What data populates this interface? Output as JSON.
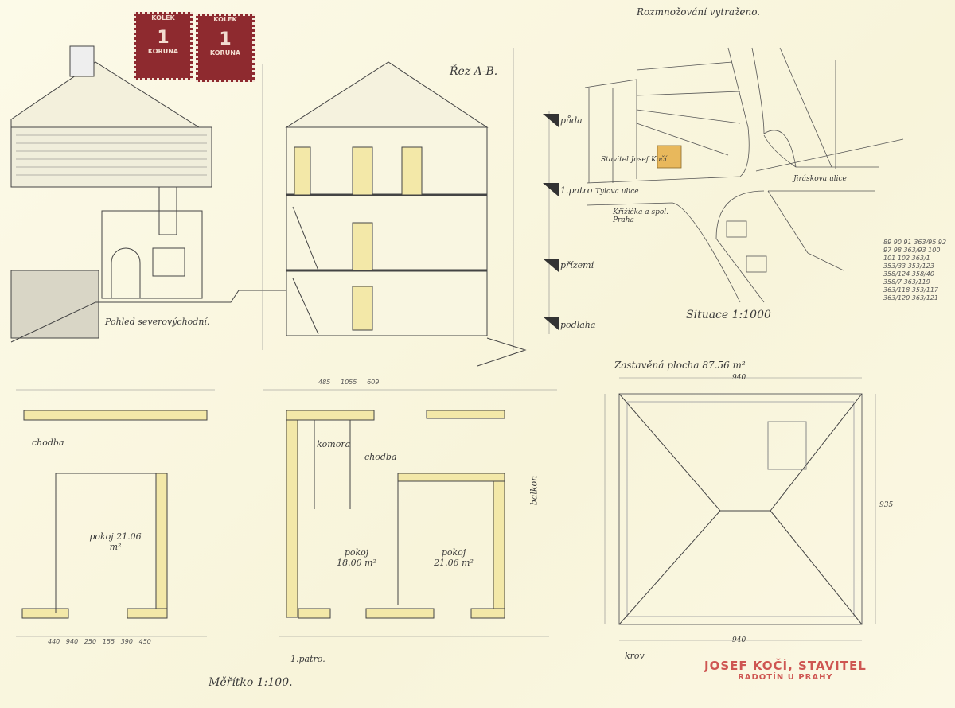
{
  "header": {
    "note": "Rozmnožování vytraženo."
  },
  "stamps": [
    {
      "top": "KOLEK",
      "value": "1",
      "bottom": "KORUNA"
    },
    {
      "top": "KOLEK",
      "value": "1",
      "bottom": "KORUNA"
    }
  ],
  "section": {
    "title": "Řez A-B.",
    "levels": [
      "půda",
      "1.patro",
      "přízemí",
      "podlaha"
    ]
  },
  "elevation": {
    "title": "Pohled severovýchodní."
  },
  "site": {
    "title": "Situace 1:1000",
    "owner": "Stavitel Josef Kočí",
    "streets": [
      "Tylova ulice",
      "Jiráskova ulice"
    ],
    "neighbor": "Křižíčka a spol. Praha",
    "parcels": [
      "89",
      "90",
      "91",
      "363/95",
      "92",
      "97",
      "98",
      "363/93",
      "100",
      "101",
      "102",
      "363/1",
      "353/33",
      "353/123",
      "358/124",
      "358/40",
      "358/7",
      "363/119",
      "363/118",
      "353/117",
      "363/120",
      "363/121"
    ]
  },
  "roof_plan": {
    "title": "Zastavěná plocha 87.56 m²",
    "dim": "940",
    "dim_side": "935",
    "label": "krov"
  },
  "plans": {
    "scale": "Měřítko 1:100.",
    "floor_label": "1.patro.",
    "rooms": [
      "chodba",
      "pokoj 21.06 m²",
      "komora",
      "chodba",
      "pokoj 18.00 m²",
      "pokoj 21.06 m²",
      "balkon"
    ],
    "dims": [
      "440",
      "940",
      "250",
      "155",
      "390",
      "450",
      "485",
      "1055",
      "609"
    ]
  },
  "builder_stamp": {
    "line1": "JOSEF KOČÍ, STAVITEL",
    "line2": "RADOTÍN U PRAHY"
  }
}
